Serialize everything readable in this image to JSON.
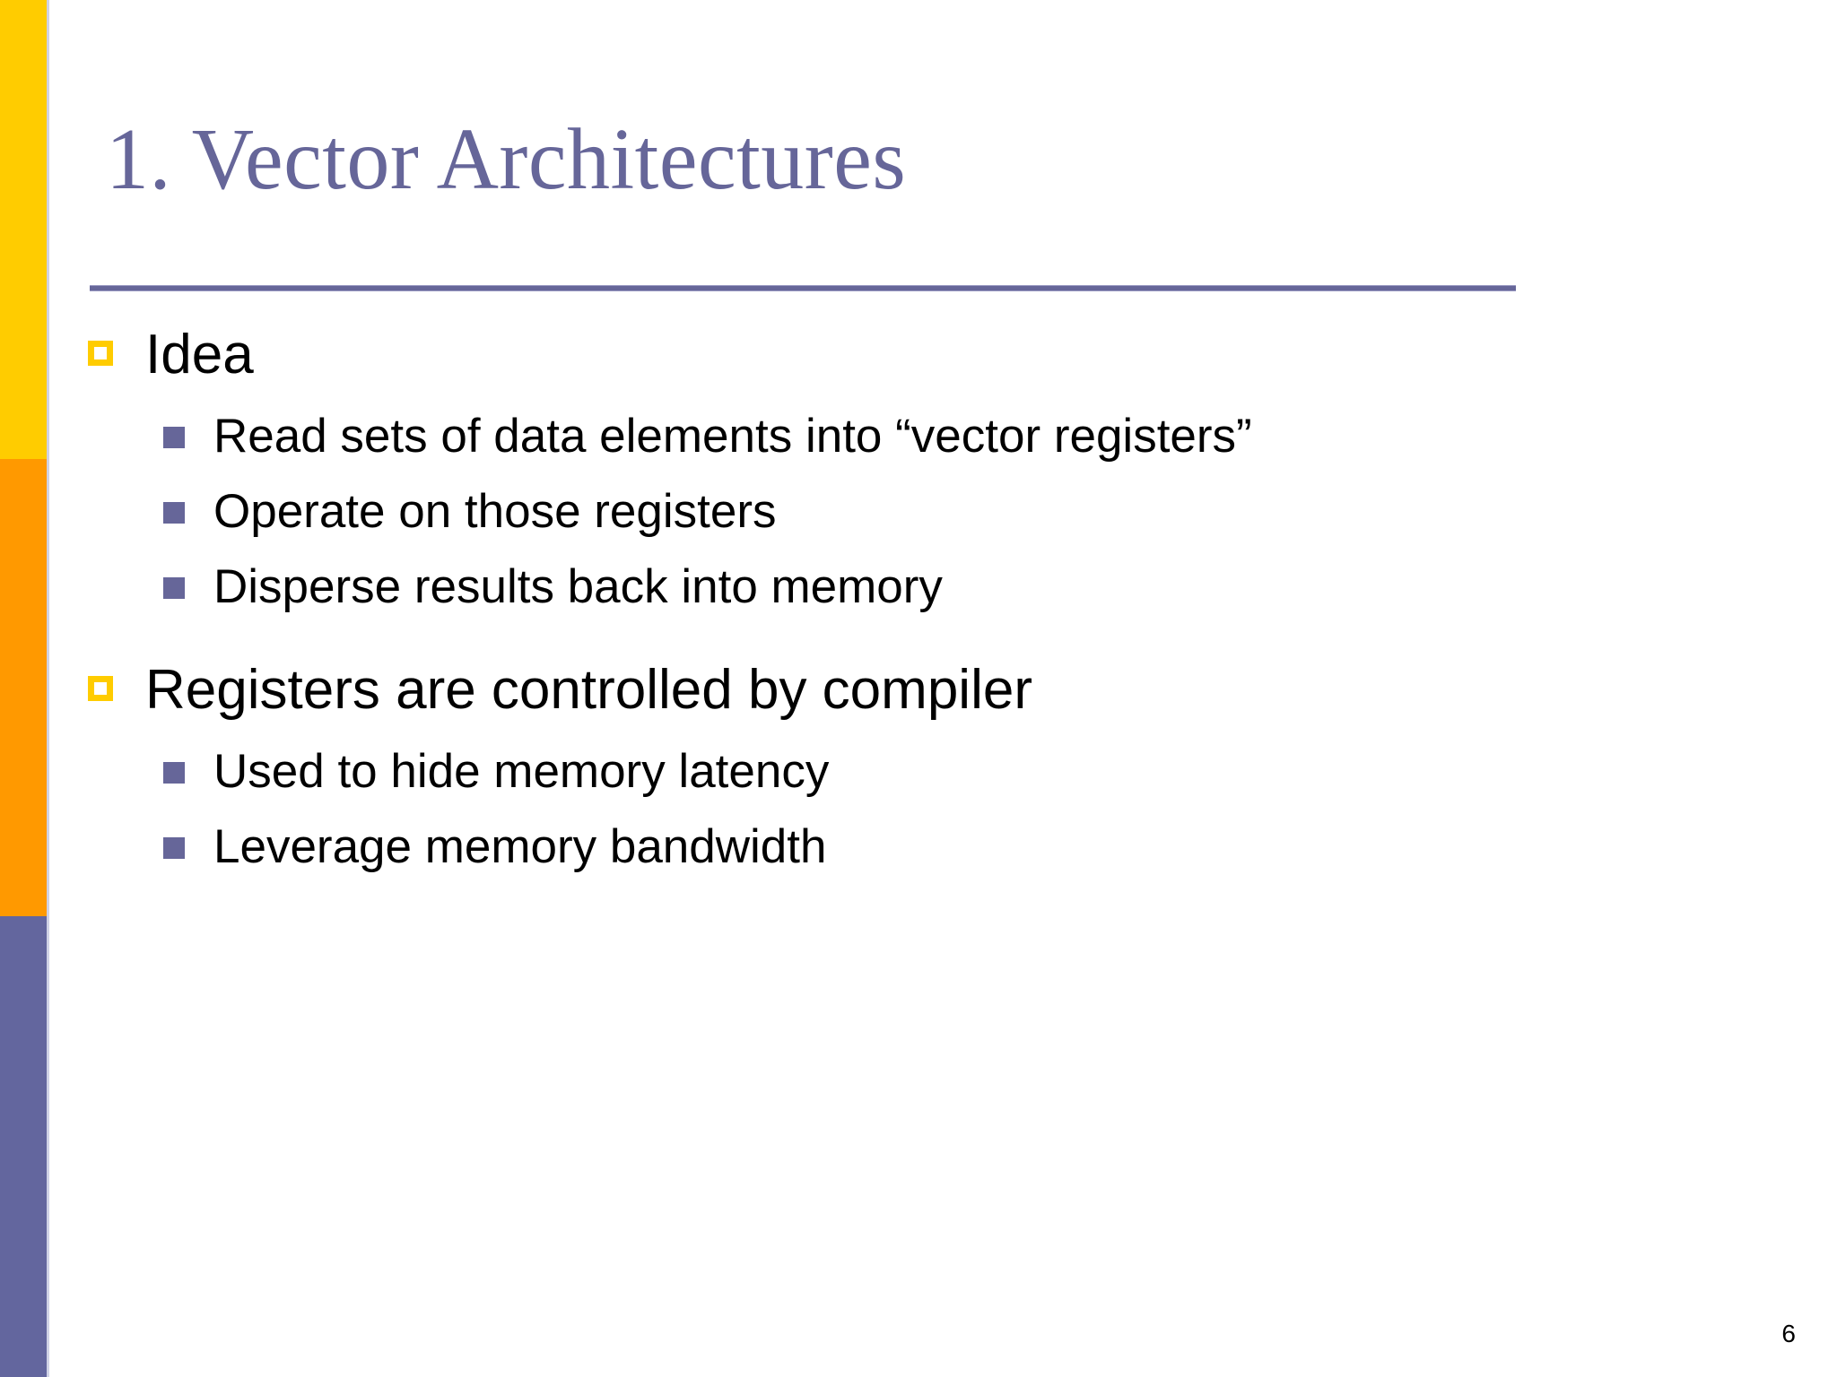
{
  "slide": {
    "title": "1. Vector Architectures",
    "number": "6",
    "colors": {
      "title_text": "#666699",
      "rule": "#666699",
      "band_top": "#FFCC00",
      "band_middle": "#FF9900",
      "band_bottom": "#63669E",
      "level1_bullet": "#FFCC00",
      "level2_bullet": "#666699",
      "body_text": "#000000",
      "background": "#FFFFFF"
    },
    "sidebar": {
      "bands": [
        {
          "name": "yellow-band",
          "color": "#FFCC00"
        },
        {
          "name": "orange-band",
          "color": "#FF9900"
        },
        {
          "name": "purple-band",
          "color": "#63669E"
        }
      ]
    },
    "content": {
      "groups": [
        {
          "heading": "Idea",
          "items": [
            "Read sets of data elements into “vector registers”",
            "Operate on those registers",
            "Disperse results back into memory"
          ]
        },
        {
          "heading": "Registers are controlled by compiler",
          "items": [
            "Used to hide memory latency",
            "Leverage memory bandwidth"
          ]
        }
      ]
    }
  }
}
